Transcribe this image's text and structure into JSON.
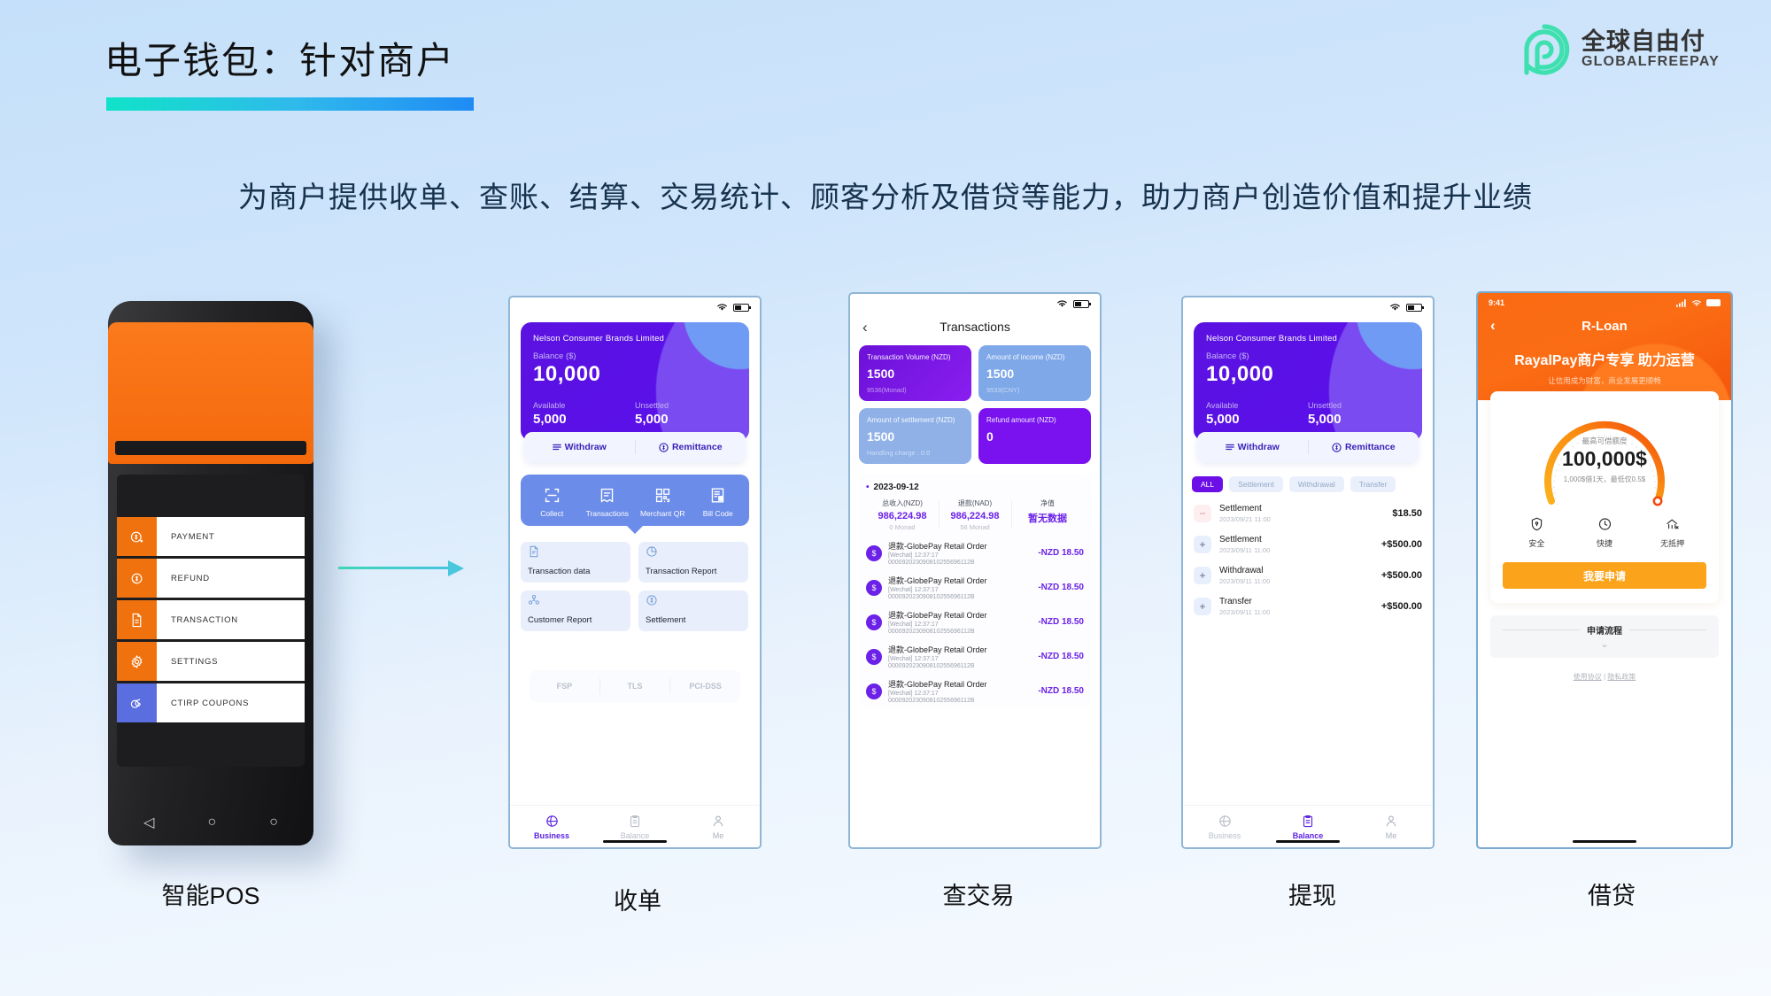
{
  "header": {
    "title": "电子钱包：针对商户",
    "subtitle": "为商户提供收单、查账、结算、交易统计、顾客分析及借贷等能力，助力商户创造价值和提升业绩",
    "logo_cn": "全球自由付",
    "logo_en": "GLOBALFREEPAY",
    "accent_gradient_start": "#10e3c8",
    "accent_gradient_end": "#1f8bf4",
    "logo_color": "#3fe0b0"
  },
  "pos": {
    "menu": [
      {
        "label": "PAYMENT",
        "icon": "payment-coin-icon",
        "accent": false
      },
      {
        "label": "REFUND",
        "icon": "refund-coin-icon",
        "accent": false
      },
      {
        "label": "TRANSACTION",
        "icon": "document-icon",
        "accent": false
      },
      {
        "label": "SETTINGS",
        "icon": "gear-icon",
        "accent": false
      },
      {
        "label": "CTIRP COUPONS",
        "icon": "coupon-icon",
        "accent": true
      }
    ],
    "nav": [
      "back-triangle",
      "home-circle",
      "recent-circle"
    ],
    "orange": "#f0720f",
    "accent_blue": "#5a6ee0"
  },
  "phone_collect": {
    "status": {
      "wifi": "wifi-icon",
      "battery": "battery-icon"
    },
    "card": {
      "merchant": "Nelson Consumer Brands Limited",
      "balance_label": "Balance ($)",
      "balance": "10,000",
      "available_label": "Available",
      "available": "5,000",
      "unsettled_label": "Unsettled",
      "unsettled": "5,000"
    },
    "actions": [
      {
        "label": "Withdraw",
        "icon": "withdraw-icon"
      },
      {
        "label": "Remittance",
        "icon": "remittance-icon"
      }
    ],
    "quick_actions": [
      {
        "label": "Collect",
        "icon": "scan-frame-icon"
      },
      {
        "label": "Transactions",
        "icon": "receipt-icon"
      },
      {
        "label": "Merchant QR",
        "icon": "qr-code-icon"
      },
      {
        "label": "Bill Code",
        "icon": "bill-code-icon"
      }
    ],
    "tiles": [
      {
        "label": "Transaction data",
        "icon": "document-icon"
      },
      {
        "label": "Transaction Report",
        "icon": "pie-chart-icon"
      },
      {
        "label": "Customer Report",
        "icon": "users-icon"
      },
      {
        "label": "Settlement",
        "icon": "dollar-circle-icon"
      }
    ],
    "certs": [
      "FSP",
      "TLS",
      "PCI-DSS"
    ],
    "nav": [
      {
        "label": "Business",
        "icon": "globe-icon",
        "active": true
      },
      {
        "label": "Balance",
        "icon": "clipboard-icon",
        "active": false
      },
      {
        "label": "Me",
        "icon": "person-icon",
        "active": false
      }
    ]
  },
  "phone_transactions": {
    "title": "Transactions",
    "back_icon": "chevron-left-icon",
    "stats": [
      {
        "label": "Transaction Volume (NZD)",
        "value": "1500",
        "sub": "9536(Monad)"
      },
      {
        "label": "Amount of income (NZD)",
        "value": "1500",
        "sub": "9533(CNY)"
      },
      {
        "label": "Amount of settlement (NZD)",
        "value": "1500",
        "sub": "Handling charge : 0.0"
      },
      {
        "label": "Refund amount (NZD)",
        "value": "0",
        "sub": ""
      }
    ],
    "date": "2023-09-12",
    "summary": [
      {
        "label": "总收入(NZD)",
        "value": "986,224.98",
        "sub": "0 Monad"
      },
      {
        "label": "退款(NAD)",
        "value": "986,224.98",
        "sub": "56 Monad"
      },
      {
        "label": "净值",
        "value": "暂无数据",
        "sub": ""
      }
    ],
    "rows": [
      {
        "title": "退款-GlobePay Retail Order",
        "meta": "[Wechat] 12:37:17",
        "id": "000092023090810255696112B",
        "amount": "-NZD 18.50"
      },
      {
        "title": "退款-GlobePay Retail Order",
        "meta": "[Wechat] 12:37:17",
        "id": "000092023090810255696112B",
        "amount": "-NZD 18.50"
      },
      {
        "title": "退款-GlobePay Retail Order",
        "meta": "[Wechat] 12:37:17",
        "id": "000092023090810255696112B",
        "amount": "-NZD 18.50"
      },
      {
        "title": "退款-GlobePay Retail Order",
        "meta": "[Wechat] 12:37:17",
        "id": "000092023090810255696112B",
        "amount": "-NZD 18.50"
      },
      {
        "title": "退款-GlobePay Retail Order",
        "meta": "[Wechat] 12:37:17",
        "id": "000092023090810255696112B",
        "amount": "-NZD 18.50"
      }
    ]
  },
  "phone_withdraw": {
    "card": {
      "merchant": "Nelson Consumer Brands Limited",
      "balance_label": "Balance ($)",
      "balance": "10,000",
      "available_label": "Available",
      "available": "5,000",
      "unsettled_label": "Unsettled",
      "unsettled": "5,000"
    },
    "actions": [
      {
        "label": "Withdraw",
        "icon": "withdraw-icon"
      },
      {
        "label": "Remittance",
        "icon": "remittance-icon"
      }
    ],
    "filters": [
      {
        "label": "ALL",
        "active": true
      },
      {
        "label": "Settlement",
        "active": false
      },
      {
        "label": "Withdrawal",
        "active": false
      },
      {
        "label": "Transfer",
        "active": false
      }
    ],
    "ledger": [
      {
        "title": "Settlement",
        "date": "2023/09/21 11:00",
        "amount": "$18.50",
        "sign": "−"
      },
      {
        "title": "Settlement",
        "date": "2023/09/11 11:00",
        "amount": "+$500.00",
        "sign": "+"
      },
      {
        "title": "Withdrawal",
        "date": "2023/09/11 11:00",
        "amount": "+$500.00",
        "sign": "+"
      },
      {
        "title": "Transfer",
        "date": "2023/09/11 11:00",
        "amount": "+$500.00",
        "sign": "+"
      }
    ],
    "nav": [
      {
        "label": "Business",
        "icon": "globe-icon",
        "active": false
      },
      {
        "label": "Balance",
        "icon": "clipboard-icon",
        "active": true
      },
      {
        "label": "Me",
        "icon": "person-icon",
        "active": false
      }
    ]
  },
  "phone_loan": {
    "time": "9:41",
    "title": "R-Loan",
    "back_icon": "chevron-left-icon",
    "headline": "RayalPay商户专享  助力运营",
    "subhead": "让信用成为财富，商业发展更顺畅",
    "gauge_label": "最高可借额度",
    "gauge_value": "100,000$",
    "gauge_sub": "1,000$借1天，最低仅0.5$",
    "features": [
      {
        "label": "安全",
        "icon": "shield-icon"
      },
      {
        "label": "快捷",
        "icon": "clock-icon"
      },
      {
        "label": "无抵押",
        "icon": "house-no-icon"
      }
    ],
    "apply_label": "我要申请",
    "flow_label": "申请流程",
    "flow_chevron": "chevron-down-icon",
    "legal": [
      "使用协议",
      "隐私政策"
    ],
    "legal_divider": "|",
    "orange": "#f96a12",
    "button_orange": "#fba41b"
  },
  "captions": {
    "pos": "智能POS",
    "collect": "收单",
    "transactions": "查交易",
    "withdraw": "提现",
    "loan": "借贷"
  }
}
